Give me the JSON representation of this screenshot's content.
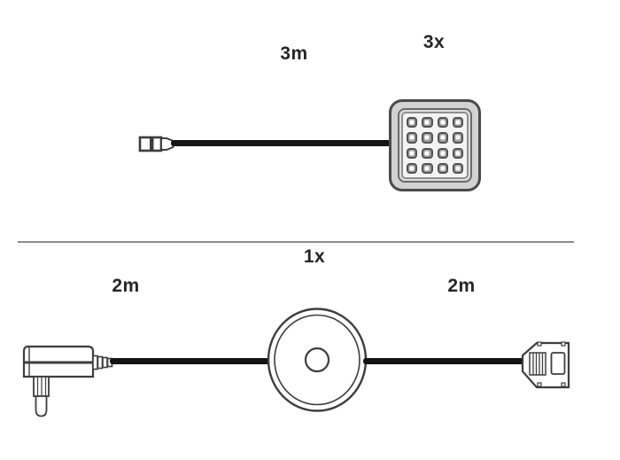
{
  "colors": {
    "background": "#ffffff",
    "line_art": "#3d3d3d",
    "cable": "#141414",
    "panel_body": "#d2d2d2",
    "panel_face": "#f3f3f3",
    "led_body": "#a0a0a0",
    "divider": "#8c8c8c",
    "label_text": "#262626"
  },
  "top_section": {
    "cable_length_label": "3m",
    "quantity_label": "3x",
    "led_grid": "4x4",
    "icons": [
      "mini-plug-connector-icon",
      "cable-line",
      "led-spot-light-icon"
    ]
  },
  "bottom_section": {
    "quantity_label": "1x",
    "left_cable_length_label": "2m",
    "right_cable_length_label": "2m",
    "icons": [
      "power-plug-icon",
      "transformer-puck-icon",
      "distributor-connector-icon"
    ]
  }
}
